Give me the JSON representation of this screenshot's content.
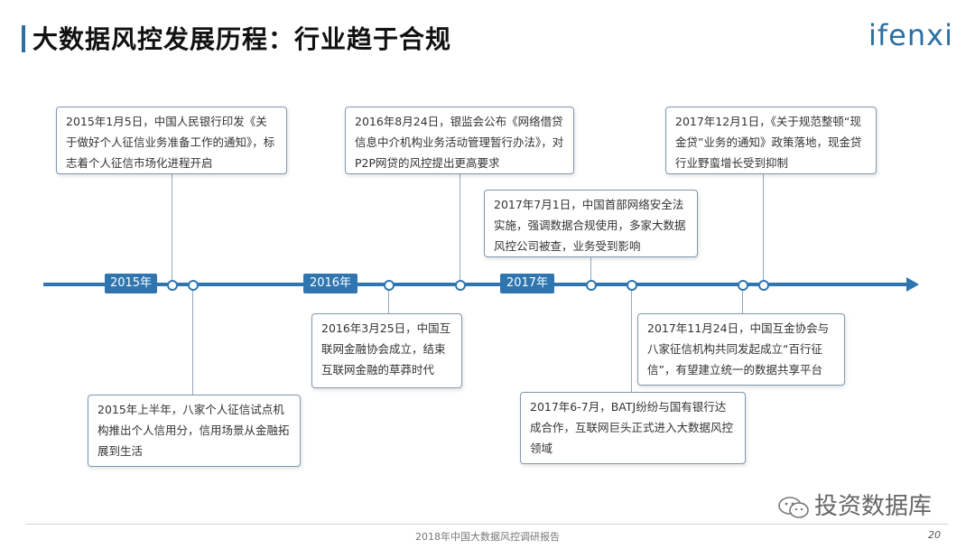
{
  "header": {
    "title": "大数据风控发展历程：行业趋于合规",
    "logo": "ifenxi"
  },
  "timeline": {
    "years": [
      "2015年",
      "2016年",
      "2017年"
    ],
    "events": [
      "2015年1月5日，中国人民银行印发《关于做好个人征信业务准备工作的通知》，标志着个人征信市场化进程开启",
      "2015年上半年，八家个人征信试点机构推出个人信用分，信用场景从金融拓展到生活",
      "2016年8月24日，银监会公布《网络借贷信息中介机构业务活动管理暂行办法》，对P2P网贷的风控提出更高要求",
      "2016年3月25日，中国互联网金融协会成立，结束互联网金融的草莽时代",
      "2017年7月1日，中国首部网络安全法实施，强调数据合规使用，多家大数据风控公司被查，业务受到影响",
      "2017年6-7月，BATJ纷纷与国有银行达成合作，互联网巨头正式进入大数据风控领域",
      "2017年12月1日，《关于规范整顿“现金贷”业务的通知》政策落地，现金贷行业野蛮增长受到抑制",
      "2017年11月24日，中国互金协会与八家征信机构共同发起成立“百行征信”，有望建立统一的数据共享平台"
    ]
  },
  "footer": {
    "report": "2018年中国大数据风控调研报告",
    "page": "20",
    "watermark": "投资数据库"
  },
  "colors": {
    "accent": "#2f76b0",
    "border": "#7f98b1"
  }
}
